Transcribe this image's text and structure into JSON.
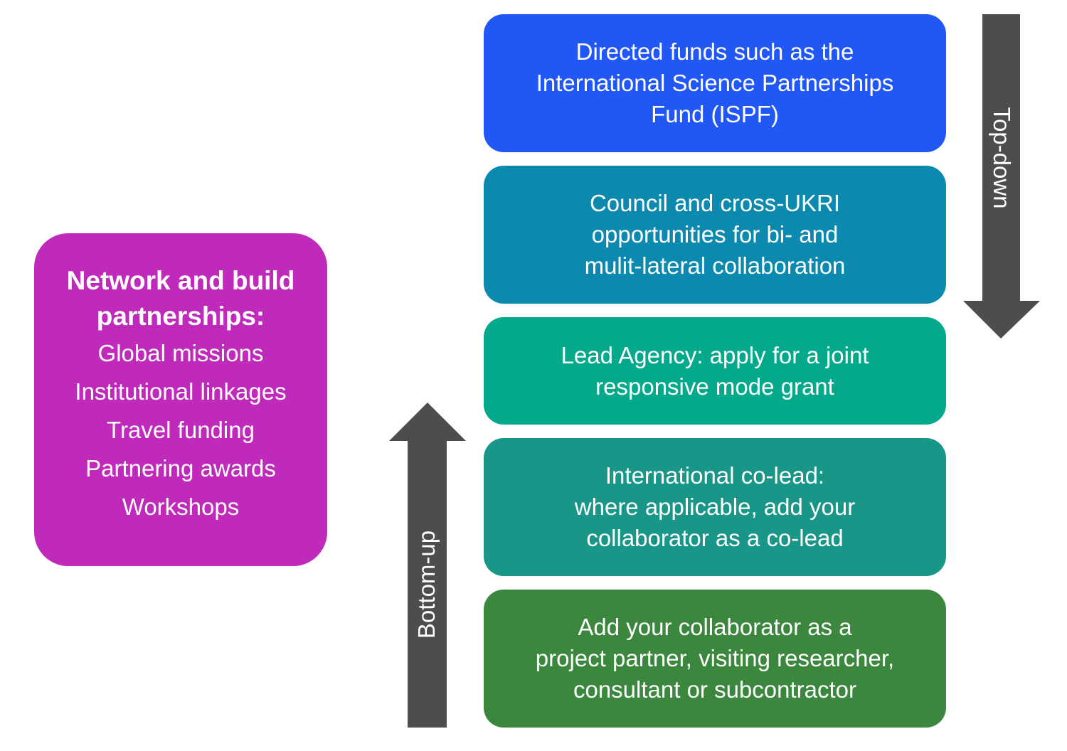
{
  "steps": [
    {
      "lines": [
        "Directed funds such as the",
        "International Science Partnerships",
        "Fund (ISPF)"
      ],
      "color": "#2157F5"
    },
    {
      "lines": [
        "Council and cross-UKRI",
        "opportunities for bi- and",
        "mulit-lateral collaboration"
      ],
      "color": "#0C89AF"
    },
    {
      "lines": [
        "Lead Agency: apply for a joint",
        "responsive mode grant"
      ],
      "color": "#04A88A"
    },
    {
      "lines": [
        "International co-lead:",
        "where applicable, add your",
        "collaborator as a co-lead"
      ],
      "color": "#199688"
    },
    {
      "lines": [
        "Add your collaborator as a",
        "project partner, visiting researcher,",
        "consultant or subcontractor"
      ],
      "color": "#3B873D"
    }
  ],
  "network": {
    "title_lines": [
      "Network and build",
      "partnerships:"
    ],
    "items": [
      "Global missions",
      "Institutional linkages",
      "Travel funding",
      "Partnering awards",
      "Workshops"
    ],
    "color": "#C02ABA"
  },
  "arrows": {
    "top_down": {
      "label": "Top-down",
      "color": "#4D4D4D"
    },
    "bottom_up": {
      "label": "Bottom-up",
      "color": "#4D4D4D"
    }
  }
}
